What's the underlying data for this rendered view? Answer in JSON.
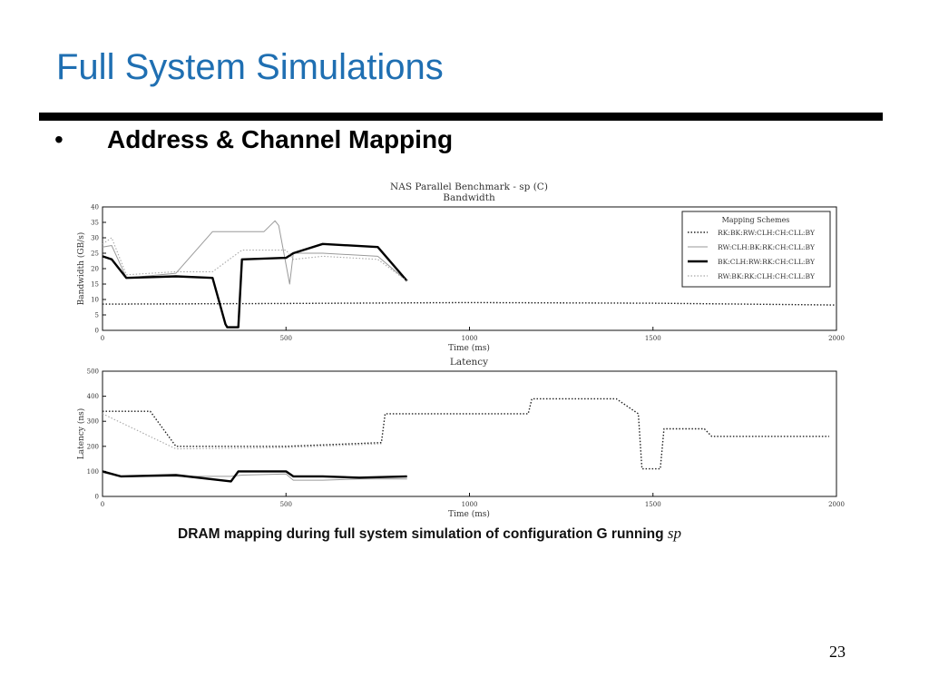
{
  "slide": {
    "title": "Full System Simulations",
    "bullet_symbol": "•",
    "bullet_text": "Address & Channel Mapping",
    "caption_main": "DRAM mapping during full system simulation of configuration G running",
    "caption_em": "sp",
    "page_number": "23"
  },
  "chart_data": {
    "type": "line",
    "title": "NAS Parallel Benchmark - sp (C)",
    "legend": {
      "title": "Mapping Schemes",
      "placement": "top-right",
      "entries": [
        {
          "name": "RK:BK:RW:CLH:CH:CLL:BY",
          "style": "dotted"
        },
        {
          "name": "RW:CLH:BK:RK:CH:CLL:BY",
          "style": "thin-gray"
        },
        {
          "name": "BK:CLH:RW:RK:CH:CLL:BY",
          "style": "thick-black"
        },
        {
          "name": "RW:BK:RK:CLH:CH:CLL:BY",
          "style": "light-dotted"
        }
      ]
    },
    "panels": [
      {
        "subtitle": "Bandwidth",
        "xlabel": "Time (ms)",
        "ylabel": "Bandwidth (GB/s)",
        "xlim": [
          0,
          2000
        ],
        "ylim": [
          0,
          40
        ],
        "xticks": [
          0,
          500,
          1000,
          1500,
          2000
        ],
        "yticks": [
          0,
          5,
          10,
          15,
          20,
          25,
          30,
          35,
          40
        ],
        "series": [
          {
            "style": "dotted",
            "x": [
              0,
              500,
              1000,
              1500,
              2000
            ],
            "y": [
              8.5,
              8.7,
              9.0,
              8.8,
              8.2
            ]
          },
          {
            "style": "thin-gray",
            "x": [
              0,
              25,
              65,
              200,
              300,
              360,
              390,
              440,
              470,
              480,
              510,
              520,
              600,
              750,
              830
            ],
            "y": [
              27,
              27.5,
              17,
              18.5,
              32,
              32,
              32,
              32,
              35.5,
              34,
              15,
              25,
              25,
              24,
              16
            ]
          },
          {
            "style": "thick-black",
            "x": [
              0,
              25,
              65,
              200,
              300,
              335,
              340,
              370,
              380,
              500,
              520,
              600,
              750,
              830
            ],
            "y": [
              24,
              23,
              17,
              17.5,
              17,
              2,
              1,
              1,
              23,
              23.5,
              25,
              28,
              27,
              16
            ]
          },
          {
            "style": "light-dotted",
            "x": [
              0,
              25,
              65,
              200,
              300,
              380,
              500,
              520,
              600,
              750,
              830
            ],
            "y": [
              28,
              30,
              18,
              19,
              19,
              26,
              26,
              23,
              24,
              23,
              16
            ]
          }
        ]
      },
      {
        "subtitle": "Latency",
        "xlabel": "Time (ms)",
        "ylabel": "Latency (ns)",
        "xlim": [
          0,
          2000
        ],
        "ylim": [
          0,
          500
        ],
        "xticks": [
          0,
          500,
          1000,
          1500,
          2000
        ],
        "yticks": [
          0,
          100,
          200,
          300,
          400,
          500
        ],
        "series": [
          {
            "style": "dotted",
            "x": [
              0,
              130,
              200,
              500,
              760,
              770,
              1000,
              1160,
              1170,
              1400,
              1460,
              1470,
              1520,
              1530,
              1640,
              1660,
              1980
            ],
            "y": [
              340,
              340,
              200,
              200,
              215,
              330,
              330,
              330,
              390,
              390,
              330,
              110,
              110,
              270,
              270,
              240,
              240
            ]
          },
          {
            "style": "thin-gray",
            "x": [
              0,
              50,
              200,
              350,
              380,
              500,
              520,
              600,
              700,
              830
            ],
            "y": [
              95,
              80,
              80,
              80,
              85,
              90,
              65,
              65,
              70,
              70
            ]
          },
          {
            "style": "thick-black",
            "x": [
              0,
              50,
              200,
              350,
              370,
              500,
              520,
              600,
              700,
              830
            ],
            "y": [
              100,
              80,
              85,
              60,
              100,
              100,
              80,
              80,
              75,
              80
            ]
          },
          {
            "style": "light-dotted",
            "x": [
              0,
              200,
              500,
              760
            ],
            "y": [
              330,
              190,
              195,
              210
            ]
          }
        ]
      }
    ]
  }
}
